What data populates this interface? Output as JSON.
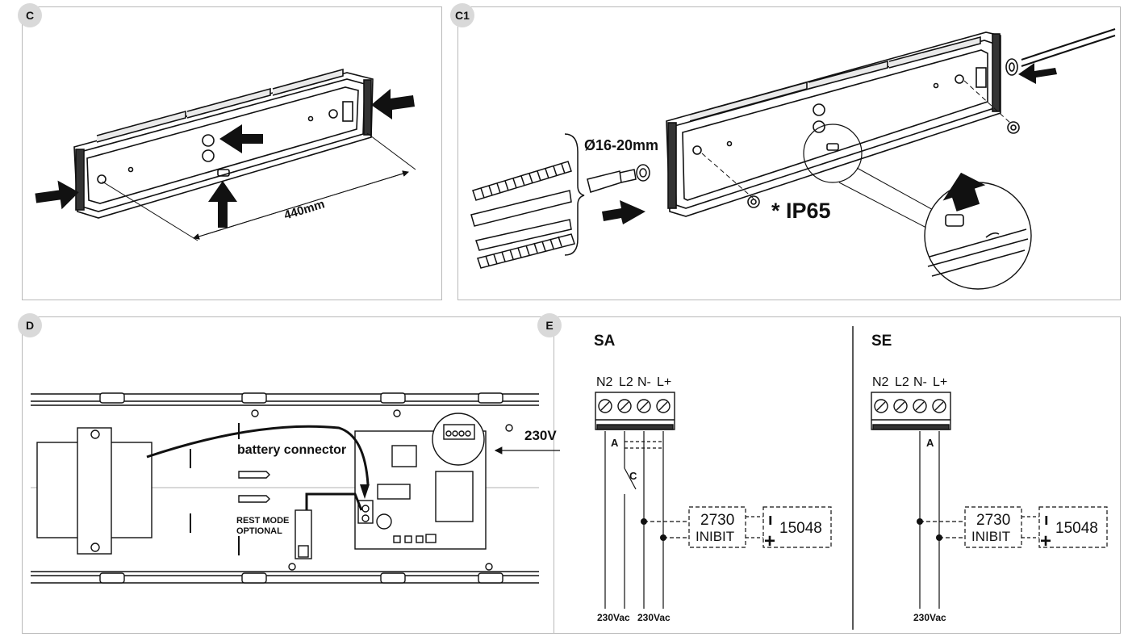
{
  "panels": {
    "c": {
      "badge": "C",
      "dimension": "440mm"
    },
    "c1": {
      "badge": "C1",
      "diameter": "Ø16-20mm",
      "ip_rating": "* IP65"
    },
    "d": {
      "badge": "D",
      "battery_connector": "battery connector",
      "rest_mode_line1": "REST MODE",
      "rest_mode_line2": "OPTIONAL",
      "voltage": "230V"
    },
    "e": {
      "badge": "E",
      "sa": {
        "title": "SA",
        "terminals": [
          "N2",
          "L2",
          "N-",
          "L+"
        ],
        "label_a": "A",
        "label_c": "C",
        "box1_line1": "2730",
        "box1_line2": "INIBIT",
        "box2": "15048",
        "supply_left": "230Vac",
        "supply_right": "230Vac"
      },
      "se": {
        "title": "SE",
        "terminals": [
          "N2",
          "L2",
          "N-",
          "L+"
        ],
        "label_a": "A",
        "box1_line1": "2730",
        "box1_line2": "INIBIT",
        "box2": "15048",
        "supply": "230Vac"
      }
    }
  }
}
